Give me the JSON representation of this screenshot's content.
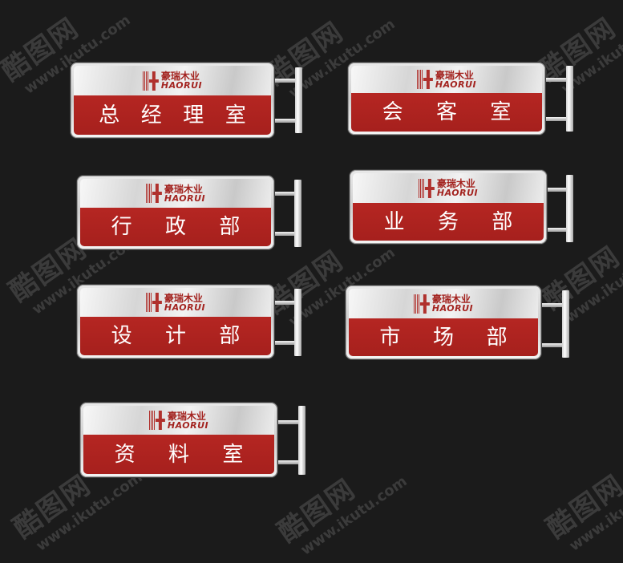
{
  "watermark": {
    "logo_text": "酷图网",
    "url_text": "www.ikutu.com"
  },
  "brand": {
    "name_cn": "豪瑞木业",
    "name_en": "HAORUI",
    "red_color": "#b52622",
    "silver_color": "#dcdcdc"
  },
  "signs": [
    {
      "label": "总经理室",
      "chars": [
        "总",
        "经",
        "理",
        "室"
      ]
    },
    {
      "label": "会客室",
      "chars": [
        "会",
        "客",
        "室"
      ]
    },
    {
      "label": "行政部",
      "chars": [
        "行",
        "政",
        "部"
      ]
    },
    {
      "label": "业务部",
      "chars": [
        "业",
        "务",
        "部"
      ]
    },
    {
      "label": "设计部",
      "chars": [
        "设",
        "计",
        "部"
      ]
    },
    {
      "label": "市场部",
      "chars": [
        "市",
        "场",
        "部"
      ]
    },
    {
      "label": "资料室",
      "chars": [
        "资",
        "料",
        "室"
      ]
    }
  ]
}
